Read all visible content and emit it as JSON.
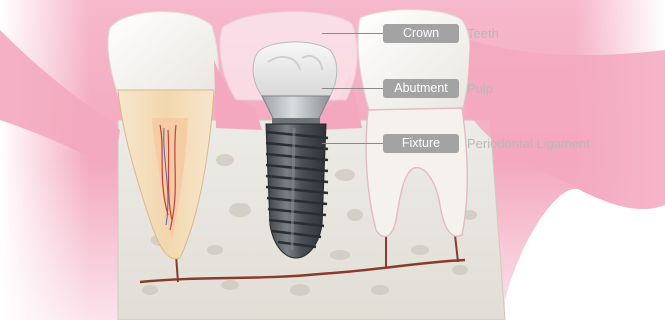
{
  "labels": {
    "crown": "Crown",
    "abutment": "Abutment",
    "fixture": "Fixture"
  },
  "annotations": {
    "teeth": "Teeth",
    "pulp": "Pulp",
    "ligament": "Periodontal Ligament"
  },
  "colors": {
    "gum": "#ef9cb6",
    "bone": "#d9d4cc",
    "enamel": "#f6f4f1",
    "root": "#f0d9b5",
    "implant": "#555a60",
    "pill": "#a3a3a3",
    "annotation_text": "#b9b9b9"
  }
}
